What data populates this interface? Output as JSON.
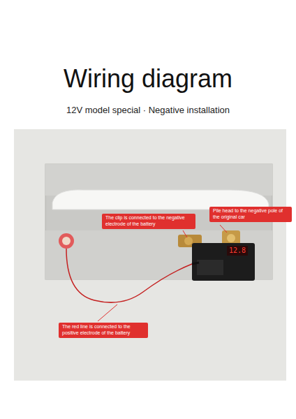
{
  "diagram": {
    "title": "Wiring diagram",
    "nodes": [
      {
        "text": [
          "The clip is connected to the negative electrode of the battery"
        ]
      },
      {
        "text": [
          "Pile head to the negative pole of the original car"
        ]
      },
      {
        "text": [
          "The red line is connected to the positive electrode of the battery"
        ]
      }
    ],
    "labels": [
      "12V model special · Negative installation",
      "12.8"
    ]
  }
}
